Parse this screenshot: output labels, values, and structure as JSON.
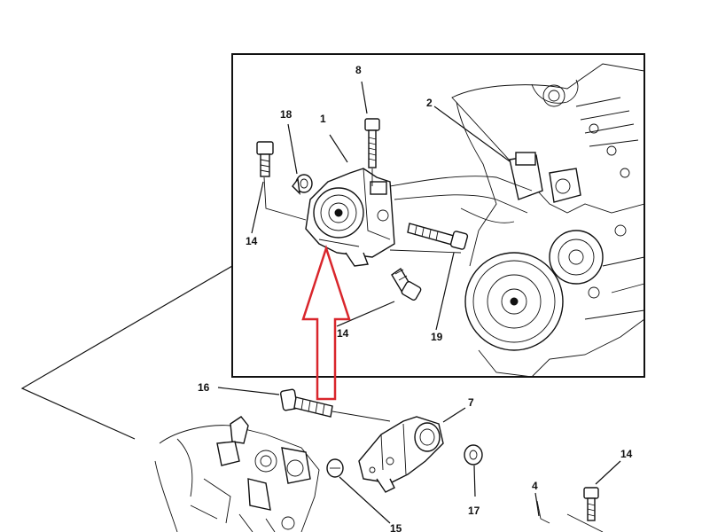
{
  "colors": {
    "line": "#111111",
    "background": "#ffffff",
    "highlight_arrow": "#d9262c"
  },
  "callouts": {
    "c1": "1",
    "c2": "2",
    "c4": "4",
    "c7": "7",
    "c8": "8",
    "c14a": "14",
    "c14b": "14",
    "c14c": "14",
    "c15": "15",
    "c16": "16",
    "c17": "17",
    "c18": "18",
    "c19": "19"
  }
}
